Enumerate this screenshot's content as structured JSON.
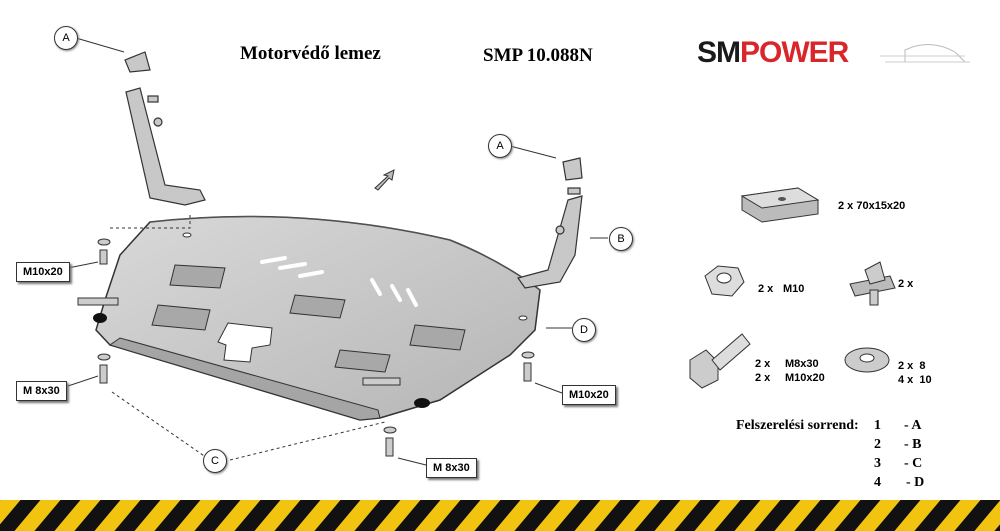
{
  "header": {
    "title": "Motorvédő lemez",
    "code": "SMP 10.088N",
    "logo": {
      "part1": "SM",
      "part2": "POWER",
      "color1": "#1a1a1a",
      "color2": "#d8262b"
    }
  },
  "callouts": {
    "A": "A",
    "B": "B",
    "C": "C",
    "D": "D"
  },
  "bolt_labels": {
    "m10_left": "M10x20",
    "m8_left": "M 8x30",
    "m10_right": "M10x20",
    "m8_bottom": "M 8x30"
  },
  "parts": {
    "plate": "2 x 70x15x20",
    "nut_qty": "2 x",
    "nut_size": "M10",
    "clip_qty": "2 x",
    "bolt_line1_qty": "2 x",
    "bolt_line1_size": "M8x30",
    "bolt_line2_qty": "2 x",
    "bolt_line2_size": "M10x20",
    "washer_line1": "2 x  8",
    "washer_line2": "4 x  10"
  },
  "sequence": {
    "title": "Felszerelési sorrend:",
    "steps": [
      {
        "num": "1",
        "letter": "- A"
      },
      {
        "num": "2",
        "letter": "- B"
      },
      {
        "num": "3",
        "letter": "- C"
      },
      {
        "num": "4",
        "letter": "- D"
      }
    ]
  },
  "colors": {
    "stripe_yellow": "#f2c40f",
    "stripe_black": "#111111",
    "steel": "#c8c8c8"
  }
}
